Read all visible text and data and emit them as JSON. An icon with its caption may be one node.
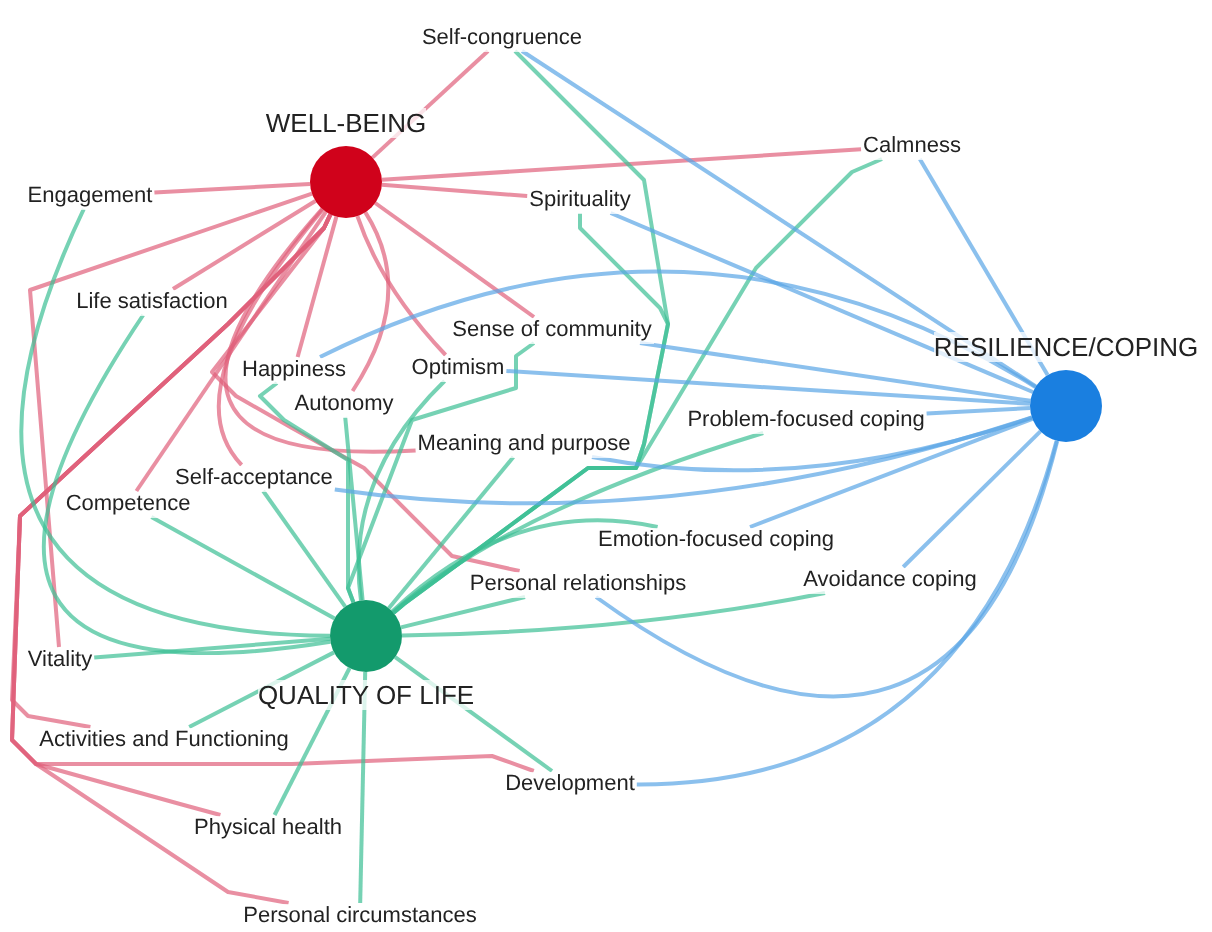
{
  "diagram": {
    "nodes": [
      {
        "text": [
          "Self-congruence"
        ]
      },
      {
        "text": [
          "WELL-BEING"
        ]
      },
      {
        "text": [
          "Calmness"
        ]
      },
      {
        "text": [
          "Engagement"
        ]
      },
      {
        "text": [
          "Spirituality"
        ]
      },
      {
        "text": [
          "Life satisfaction"
        ]
      },
      {
        "text": [
          "Sense of community"
        ]
      },
      {
        "text": [
          "RESILIENCE/COPING"
        ]
      },
      {
        "text": [
          "Optimism"
        ]
      },
      {
        "text": [
          "Happiness"
        ]
      },
      {
        "text": [
          "Autonomy"
        ]
      },
      {
        "text": [
          "Problem-focused coping"
        ]
      },
      {
        "text": [
          "Meaning and purpose"
        ]
      },
      {
        "text": [
          "Self-acceptance"
        ]
      },
      {
        "text": [
          "Competence"
        ]
      },
      {
        "text": [
          "Emotion-focused coping"
        ]
      },
      {
        "text": [
          "Avoidance coping"
        ]
      },
      {
        "text": [
          "Personal relationships"
        ]
      },
      {
        "text": [
          "Vitality"
        ]
      },
      {
        "text": [
          "QUALITY OF LIFE"
        ]
      },
      {
        "text": [
          "Activities and Functioning"
        ]
      },
      {
        "text": [
          "Development"
        ]
      },
      {
        "text": [
          "Physical health"
        ]
      },
      {
        "text": [
          "Personal circumstances"
        ]
      }
    ],
    "edges": [
      {
        "from": 1,
        "to": 0,
        "arrow": "none",
        "color": "#e0607a"
      },
      {
        "from": 1,
        "to": 3,
        "arrow": "none",
        "color": "#e0607a"
      },
      {
        "from": 1,
        "to": 4,
        "arrow": "none",
        "color": "#e0607a"
      },
      {
        "from": 1,
        "to": 5,
        "arrow": "none",
        "color": "#e0607a"
      },
      {
        "from": 1,
        "to": 6,
        "arrow": "none",
        "color": "#e0607a"
      },
      {
        "from": 1,
        "to": 9,
        "arrow": "none",
        "color": "#e0607a"
      },
      {
        "from": 1,
        "to": 10,
        "arrow": "none",
        "color": "#e0607a"
      },
      {
        "from": 1,
        "to": 8,
        "arrow": "none",
        "color": "#e0607a"
      },
      {
        "from": 1,
        "to": 12,
        "arrow": "none",
        "color": "#e0607a"
      },
      {
        "from": 1,
        "to": 13,
        "arrow": "none",
        "color": "#e0607a"
      },
      {
        "from": 1,
        "to": 17,
        "arrow": "none",
        "color": "#e0607a"
      },
      {
        "from": 1,
        "to": 21,
        "arrow": "none",
        "color": "#e0607a"
      },
      {
        "from": 1,
        "to": 2,
        "arrow": "none",
        "color": "#e0607a"
      },
      {
        "from": 1,
        "to": 14,
        "arrow": "none",
        "color": "#e0607a"
      },
      {
        "from": 1,
        "to": 18,
        "arrow": "none",
        "color": "#e0607a"
      },
      {
        "from": 1,
        "to": 20,
        "arrow": "none",
        "color": "#e0607a"
      },
      {
        "from": 1,
        "to": 22,
        "arrow": "none",
        "color": "#e0607a"
      },
      {
        "from": 1,
        "to": 23,
        "arrow": "none",
        "color": "#e0607a"
      },
      {
        "from": 19,
        "to": 3,
        "arrow": "none",
        "color": "#3cbf94"
      },
      {
        "from": 19,
        "to": 5,
        "arrow": "none",
        "color": "#3cbf94"
      },
      {
        "from": 19,
        "to": 14,
        "arrow": "none",
        "color": "#3cbf94"
      },
      {
        "from": 19,
        "to": 13,
        "arrow": "none",
        "color": "#3cbf94"
      },
      {
        "from": 19,
        "to": 9,
        "arrow": "none",
        "color": "#3cbf94"
      },
      {
        "from": 19,
        "to": 10,
        "arrow": "none",
        "color": "#3cbf94"
      },
      {
        "from": 19,
        "to": 8,
        "arrow": "none",
        "color": "#3cbf94"
      },
      {
        "from": 19,
        "to": 12,
        "arrow": "none",
        "color": "#3cbf94"
      },
      {
        "from": 19,
        "to": 6,
        "arrow": "none",
        "color": "#3cbf94"
      },
      {
        "from": 19,
        "to": 4,
        "arrow": "none",
        "color": "#3cbf94"
      },
      {
        "from": 19,
        "to": 0,
        "arrow": "none",
        "color": "#3cbf94"
      },
      {
        "from": 19,
        "to": 17,
        "arrow": "none",
        "color": "#3cbf94"
      },
      {
        "from": 19,
        "to": 15,
        "arrow": "none",
        "color": "#3cbf94"
      },
      {
        "from": 19,
        "to": 16,
        "arrow": "none",
        "color": "#3cbf94"
      },
      {
        "from": 19,
        "to": 18,
        "arrow": "none",
        "color": "#3cbf94"
      },
      {
        "from": 19,
        "to": 20,
        "arrow": "none",
        "color": "#3cbf94"
      },
      {
        "from": 19,
        "to": 22,
        "arrow": "none",
        "color": "#3cbf94"
      },
      {
        "from": 19,
        "to": 23,
        "arrow": "none",
        "color": "#3cbf94"
      },
      {
        "from": 19,
        "to": 21,
        "arrow": "none",
        "color": "#3cbf94"
      },
      {
        "from": 19,
        "to": 2,
        "arrow": "none",
        "color": "#3cbf94"
      },
      {
        "from": 19,
        "to": 11,
        "arrow": "none",
        "color": "#3cbf94"
      },
      {
        "from": 7,
        "to": 2,
        "arrow": "none",
        "color": "#5aa5e6"
      },
      {
        "from": 7,
        "to": 11,
        "arrow": "none",
        "color": "#5aa5e6"
      },
      {
        "from": 7,
        "to": 15,
        "arrow": "none",
        "color": "#5aa5e6"
      },
      {
        "from": 7,
        "to": 16,
        "arrow": "none",
        "color": "#5aa5e6"
      },
      {
        "from": 7,
        "to": 0,
        "arrow": "none",
        "color": "#5aa5e6"
      },
      {
        "from": 7,
        "to": 4,
        "arrow": "none",
        "color": "#5aa5e6"
      },
      {
        "from": 7,
        "to": 6,
        "arrow": "none",
        "color": "#5aa5e6"
      },
      {
        "from": 7,
        "to": 12,
        "arrow": "none",
        "color": "#5aa5e6"
      },
      {
        "from": 7,
        "to": 8,
        "arrow": "none",
        "color": "#5aa5e6"
      },
      {
        "from": 7,
        "to": 17,
        "arrow": "none",
        "color": "#5aa5e6"
      },
      {
        "from": 7,
        "to": 21,
        "arrow": "none",
        "color": "#5aa5e6"
      },
      {
        "from": 7,
        "to": 13,
        "arrow": "none",
        "color": "#5aa5e6"
      },
      {
        "from": 7,
        "to": 9,
        "arrow": "none",
        "color": "#5aa5e6"
      }
    ]
  }
}
